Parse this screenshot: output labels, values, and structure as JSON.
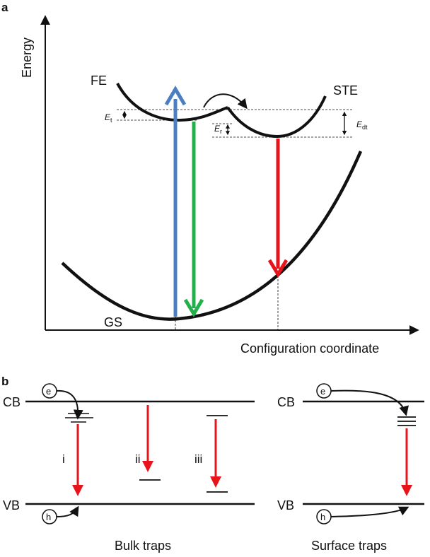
{
  "panel_a": {
    "label": "a",
    "y_axis_label": "Energy",
    "x_axis_label": "Configuration coordinate",
    "curve_labels": {
      "fe": "FE",
      "ste": "STE",
      "gs": "GS"
    },
    "energy_labels": {
      "et": {
        "main": "E",
        "sub": "t"
      },
      "er": {
        "main": "E",
        "sub": "r"
      },
      "edt": {
        "main": "E",
        "sub": "dt"
      }
    },
    "colors": {
      "absorption": "#4a7fc1",
      "fe_emission": "#22b04b",
      "ste_emission": "#e8141b"
    }
  },
  "panel_b": {
    "label": "b",
    "bulk": {
      "cb": "CB",
      "vb": "VB",
      "electron": "e",
      "hole": "h",
      "paths": [
        "i",
        "ii",
        "iii"
      ],
      "caption": "Bulk traps"
    },
    "surface": {
      "cb": "CB",
      "vb": "VB",
      "electron": "e",
      "hole": "h",
      "caption": "Surface traps"
    },
    "colors": {
      "recombination": "#e8141b"
    }
  }
}
